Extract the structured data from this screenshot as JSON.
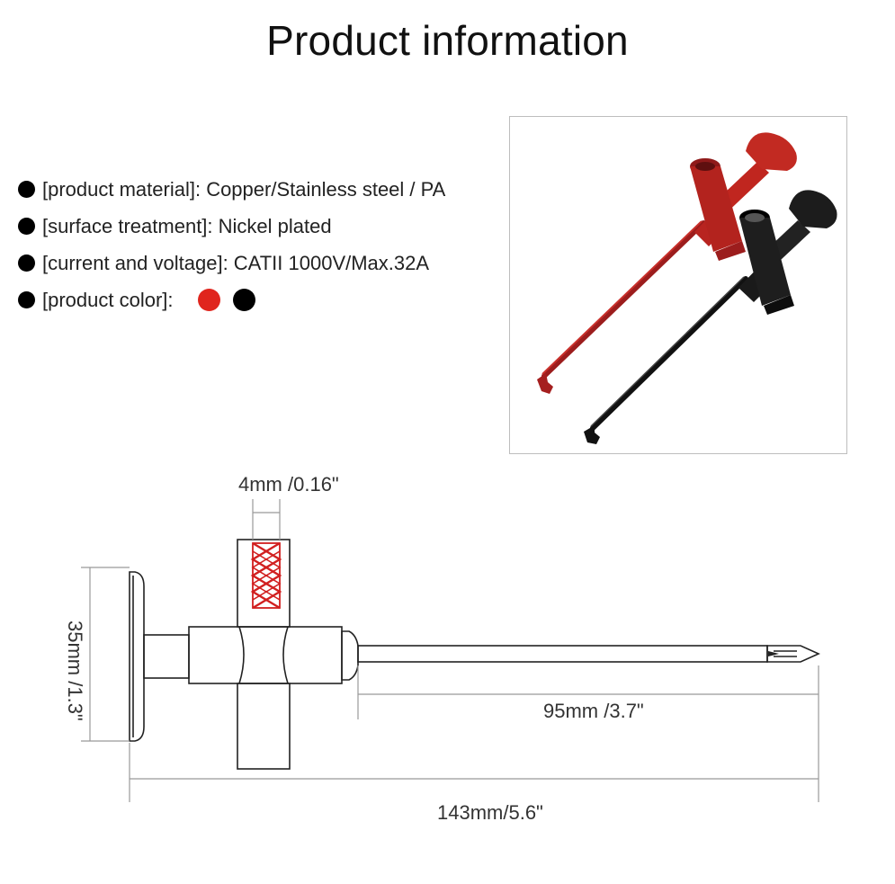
{
  "title": "Product information",
  "specs": [
    {
      "label": "[product material]: Copper/Stainless steel / PA"
    },
    {
      "label": "[surface treatment]: Nickel plated"
    },
    {
      "label": "[current and voltage]: CATII 1000V/Max.32A"
    },
    {
      "label": "[product color]:"
    }
  ],
  "product_colors": [
    "#e0251d",
    "#000000"
  ],
  "dimensions": {
    "hole": "4mm /0.16\"",
    "height": "35mm /1.3\"",
    "needle": "95mm /3.7\"",
    "total": "143mm/5.6\""
  }
}
